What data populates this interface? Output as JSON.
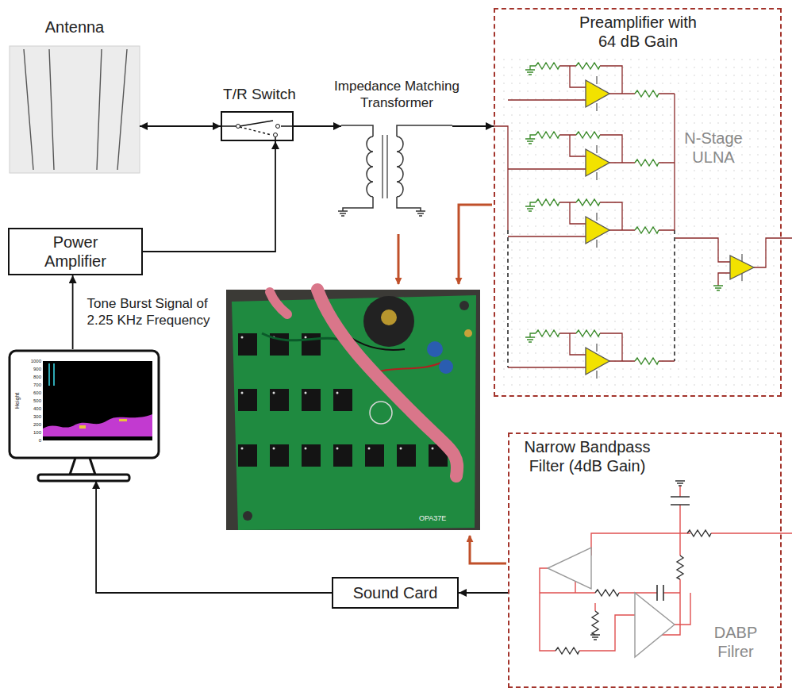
{
  "diagram": {
    "nodes": [
      {
        "text": [
          "Antenna"
        ]
      },
      {
        "text": [
          "T/R Switch"
        ]
      },
      {
        "text": [
          "Impedance Matching Transformer"
        ]
      },
      {
        "text": [
          "Preamplifier with 64 dB Gain",
          "N-Stage ULNA"
        ]
      },
      {
        "text": [
          "Power Amplifier"
        ]
      },
      {
        "text": [
          "Height"
        ]
      },
      {
        "text": [
          "Narrow Bandpass Filter (4dB Gain)",
          "DABP Filrer"
        ]
      },
      {
        "text": [
          "Sound Card"
        ]
      }
    ],
    "edges": [
      {
        "from": 0,
        "to": 1,
        "arrow": "both"
      },
      {
        "from": 1,
        "to": 2,
        "arrow": "to"
      },
      {
        "from": 2,
        "to": 3,
        "arrow": "to"
      },
      {
        "from": 4,
        "to": 1,
        "arrow": "to"
      },
      {
        "from": 5,
        "to": 4,
        "label": "Tone Burst Signal of 2.25 KHz Frequency",
        "arrow": "to"
      },
      {
        "from": 6,
        "to": 7,
        "arrow": "to"
      },
      {
        "from": 7,
        "to": 5,
        "arrow": "to"
      }
    ],
    "labels": [
      "1000",
      "900",
      "800",
      "700",
      "600",
      "500",
      "400",
      "300",
      "200",
      "100",
      "0",
      "OPA37E"
    ]
  }
}
